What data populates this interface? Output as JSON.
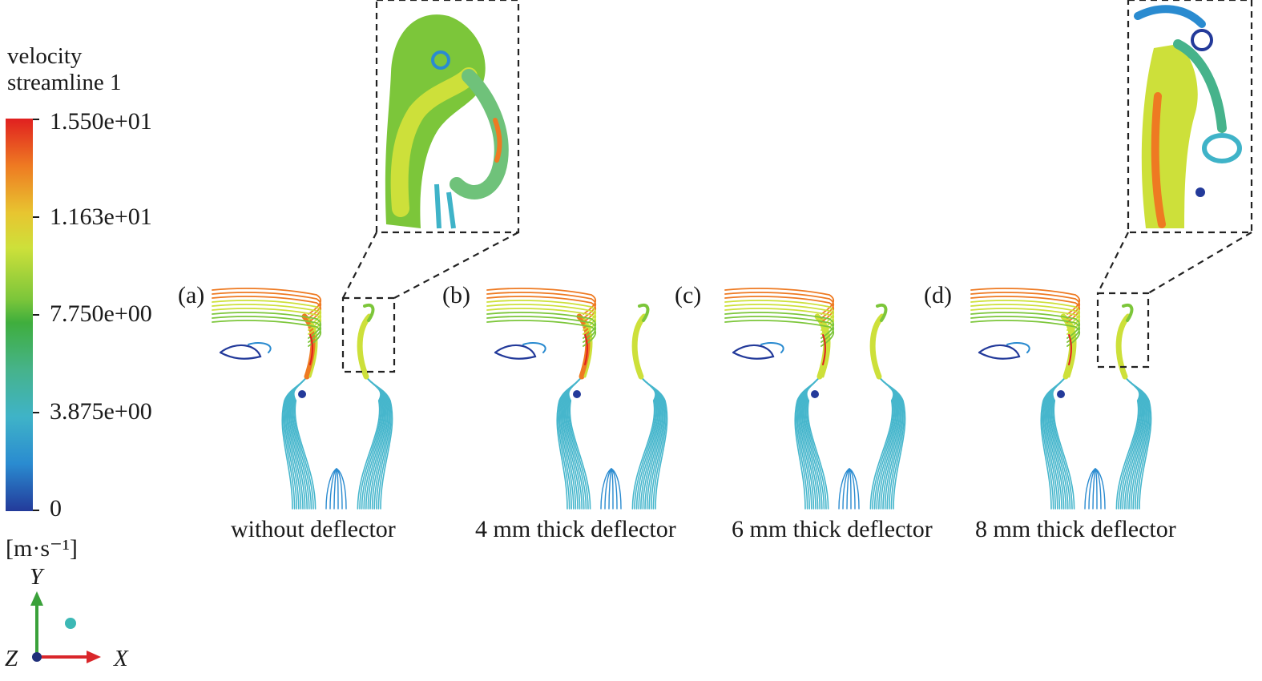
{
  "legend": {
    "title_line1": "velocity",
    "title_line2": "streamline 1",
    "ticks": [
      "1.550e+01",
      "1.163e+01",
      "7.750e+00",
      "3.875e+00",
      "0"
    ],
    "unit": "[m·s⁻¹]",
    "colors": [
      "#e02020",
      "#ee7a22",
      "#e8c530",
      "#cde03a",
      "#7cc63a",
      "#3fae3d",
      "#46b38b",
      "#3fb3c8",
      "#2a8bd0",
      "#233a9a"
    ]
  },
  "axes": {
    "y": "Y",
    "z": "Z",
    "x": "X"
  },
  "panels": [
    {
      "tag": "(a)",
      "caption": "without deflector"
    },
    {
      "tag": "(b)",
      "caption": "4 mm thick deflector"
    },
    {
      "tag": "(c)",
      "caption": "6 mm thick deflector"
    },
    {
      "tag": "(d)",
      "caption": "8 mm thick deflector"
    }
  ]
}
